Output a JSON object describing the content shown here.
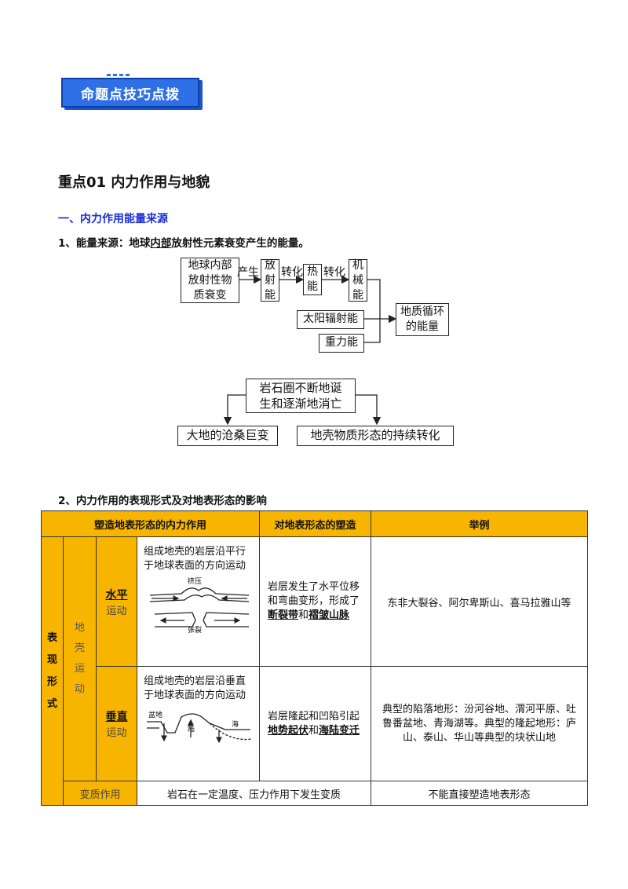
{
  "banner": {
    "label": "命题点技巧点拨"
  },
  "section": {
    "title": "重点01  内力作用与地貌"
  },
  "subsection": {
    "title": "一、内力作用能量来源"
  },
  "point1": {
    "prefix": "1、能量来源：地球",
    "underlined": "内部",
    "suffix": "放射性元素衰变产生的能量。"
  },
  "flow": {
    "source": [
      "地球内部",
      "放射性物",
      "质衰变"
    ],
    "arrow1": "产生",
    "radiation": [
      "放",
      "射",
      "能"
    ],
    "arrow2": "转化",
    "heat": [
      "热",
      "能"
    ],
    "arrow3": "转化",
    "mechanical": [
      "机",
      "械",
      "能"
    ],
    "solar": "太阳辐射能",
    "gravity": "重力能",
    "target": [
      "地质循环",
      "的能量"
    ],
    "lithosphere": [
      "岩石圈不断地诞",
      "生和逐渐地消亡"
    ],
    "left_result": "大地的沧桑巨变",
    "right_result": "地壳物质形态的持续转化"
  },
  "point2": {
    "title": "2、内力作用的表现形式及对地表形态的影响"
  },
  "table": {
    "headers": [
      "塑造地表形态的内力作用",
      "对地表形态的塑造",
      "举例"
    ],
    "side_label": [
      "表",
      "现",
      "形",
      "式"
    ],
    "crust_label": [
      "地",
      "壳",
      "运",
      "动"
    ],
    "horizontal": {
      "name_bold": "水平",
      "name_rest": "运动",
      "desc": [
        "组成地壳的岩层沿平行",
        "于地球表面的方向运动"
      ],
      "sketch_top": "挤压",
      "sketch_bottom": "张裂",
      "effect_pre": "岩层发生了水平位移和弯曲变形，形成了",
      "effect_u1": "断裂带",
      "effect_mid": "和",
      "effect_u2": "褶皱山脉",
      "example": "东非大裂谷、阿尔卑斯山、喜马拉雅山等"
    },
    "vertical": {
      "name_bold": "垂直",
      "name_rest": "运动",
      "desc": [
        "组成地壳的岩层沿垂直",
        "于地球表面的方向运动"
      ],
      "sketch_left": "盆地",
      "sketch_mid": "陆",
      "sketch_right": "海",
      "effect_pre": "岩层隆起和凹陷引起",
      "effect_u1": "地势起伏",
      "effect_mid": "和",
      "effect_u2": "海陆变迁",
      "example": "典型的陷落地形：汾河谷地、渭河平原、吐鲁番盆地、青海湖等。典型的隆起地形：庐山、泰山、华山等典型的块状山地"
    },
    "metamorphism": {
      "name": "变质作用",
      "desc": "岩石在一定温度、压力作用下发生变质",
      "effect": "不能直接塑造地表形态"
    }
  }
}
